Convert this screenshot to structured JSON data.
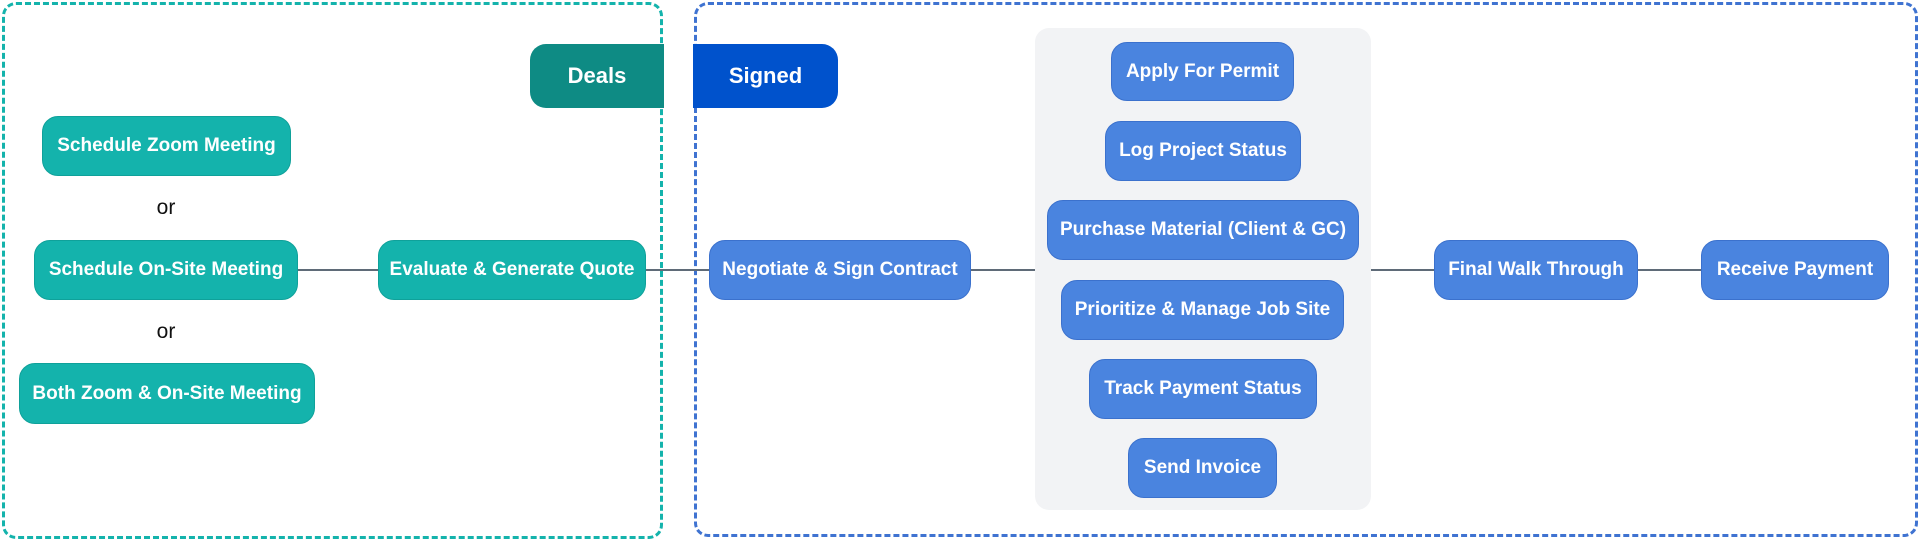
{
  "colors": {
    "deals_group_border": "#14b3ac",
    "signed_group_border": "#3f73d1",
    "deals_node": "#14b3ac",
    "signed_node": "#4a84df",
    "deals_tab": "#0e8b84",
    "signed_tab": "#0052cc",
    "panel_bg": "#f2f3f5",
    "connector": "#5f6b78"
  },
  "tabs": {
    "deals": "Deals",
    "signed": "Signed"
  },
  "deals_stage": {
    "meeting_options": [
      "Schedule Zoom Meeting",
      "Schedule On-Site Meeting",
      "Both Zoom & On-Site Meeting"
    ],
    "or_labels": [
      "or",
      "or"
    ],
    "quote_step": "Evaluate & Generate Quote"
  },
  "signed_stage": {
    "contract_step": "Negotiate & Sign Contract",
    "parallel_tasks": [
      "Apply For Permit",
      "Log Project Status",
      "Purchase Material (Client & GC)",
      "Prioritize & Manage Job Site",
      "Track Payment Status",
      "Send Invoice"
    ],
    "final_walkthrough": "Final Walk Through",
    "receive_payment": "Receive Payment"
  }
}
